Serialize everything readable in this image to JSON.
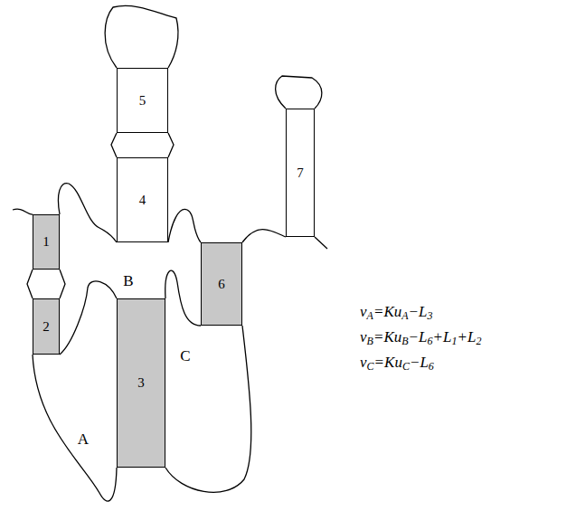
{
  "diagram": {
    "nodes": [
      {
        "text": [
          "1"
        ]
      },
      {
        "text": [
          "2"
        ]
      },
      {
        "text": [
          "3"
        ]
      },
      {
        "text": [
          "4"
        ]
      },
      {
        "text": [
          "5"
        ]
      },
      {
        "text": [
          "6"
        ]
      },
      {
        "text": [
          "7"
        ]
      }
    ],
    "labels": [
      "B",
      "C",
      "A",
      "νA=KuA−L3",
      "νB=KuB−L6+L1+L2",
      "νC=KuC−L6"
    ]
  }
}
